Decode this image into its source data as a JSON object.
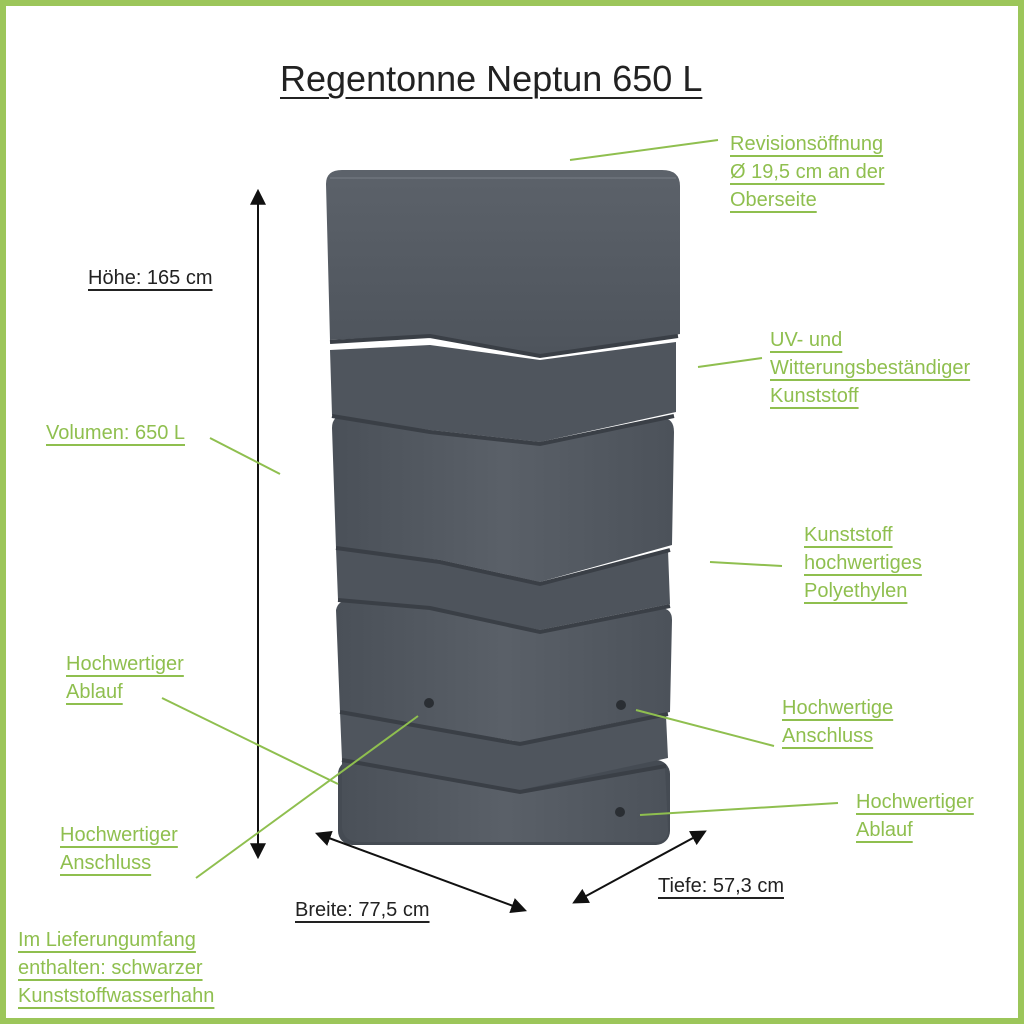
{
  "title": "Regentonne Neptun 650 L",
  "labels": {
    "revision": [
      "Revisionsöffnung",
      "Ø 19,5 cm an der",
      "Oberseite"
    ],
    "uv": [
      "UV- und",
      "Witterungsbeständiger",
      "Kunststoff"
    ],
    "kunststoff": [
      "Kunststoff",
      "hochwertiges",
      "Polyethylen"
    ],
    "anschluss_right": [
      "Hochwertige",
      "Anschluss"
    ],
    "ablauf_right": [
      "Hochwertiger",
      "Ablauf"
    ],
    "ablauf_left": [
      "Hochwertiger",
      "Ablauf"
    ],
    "anschluss_left": [
      "Hochwertiger",
      "Anschluss"
    ],
    "volumen": [
      "Volumen: 650 L"
    ],
    "lieferung": [
      "Im Lieferungumfang",
      "enthalten: schwarzer",
      "Kunststoffwasserhahn"
    ]
  },
  "dimensions": {
    "hoehe": "Höhe: 165 cm",
    "breite": "Breite: 77,5 cm",
    "tiefe": "Tiefe: 57,3 cm"
  },
  "colors": {
    "accent_green": "#8fbf4f",
    "frame_green": "#9cc65a",
    "tank_gray": "#4d535b",
    "text_dark": "#222222"
  }
}
